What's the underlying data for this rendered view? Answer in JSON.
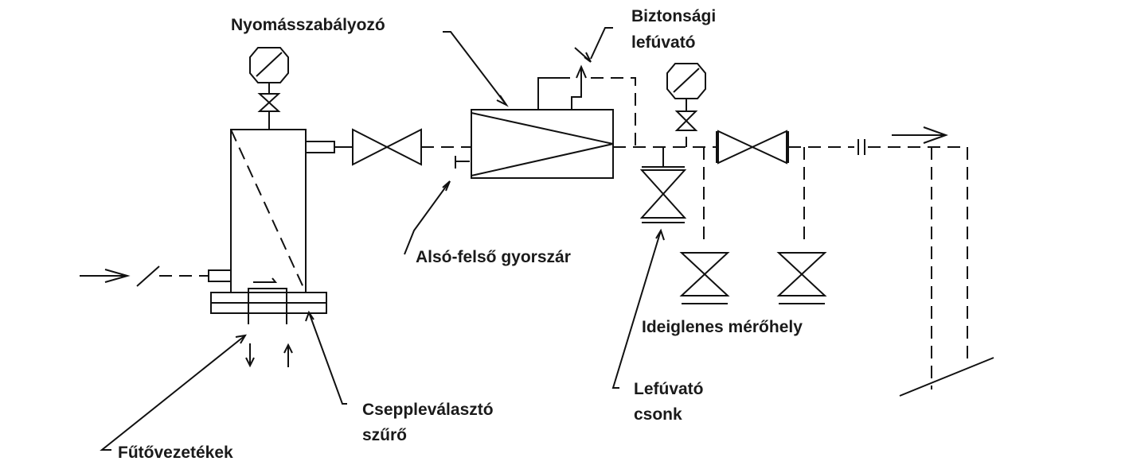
{
  "labels": {
    "pressure_regulator": "Nyomásszabályozó",
    "safety_blowoff_1": "Biztonsági",
    "safety_blowoff_2": "lefúvató",
    "quick_shutoff": "Alsó-felső gyorszár",
    "temp_measuring_point": "Ideiglenes mérőhely",
    "blowoff_stub_1": "Lefúvató",
    "blowoff_stub_2": "csonk",
    "separator_filter_1": "Cseppleválasztó",
    "separator_filter_2": "szűrő",
    "heating_lines": "Fűtővezetékek"
  }
}
